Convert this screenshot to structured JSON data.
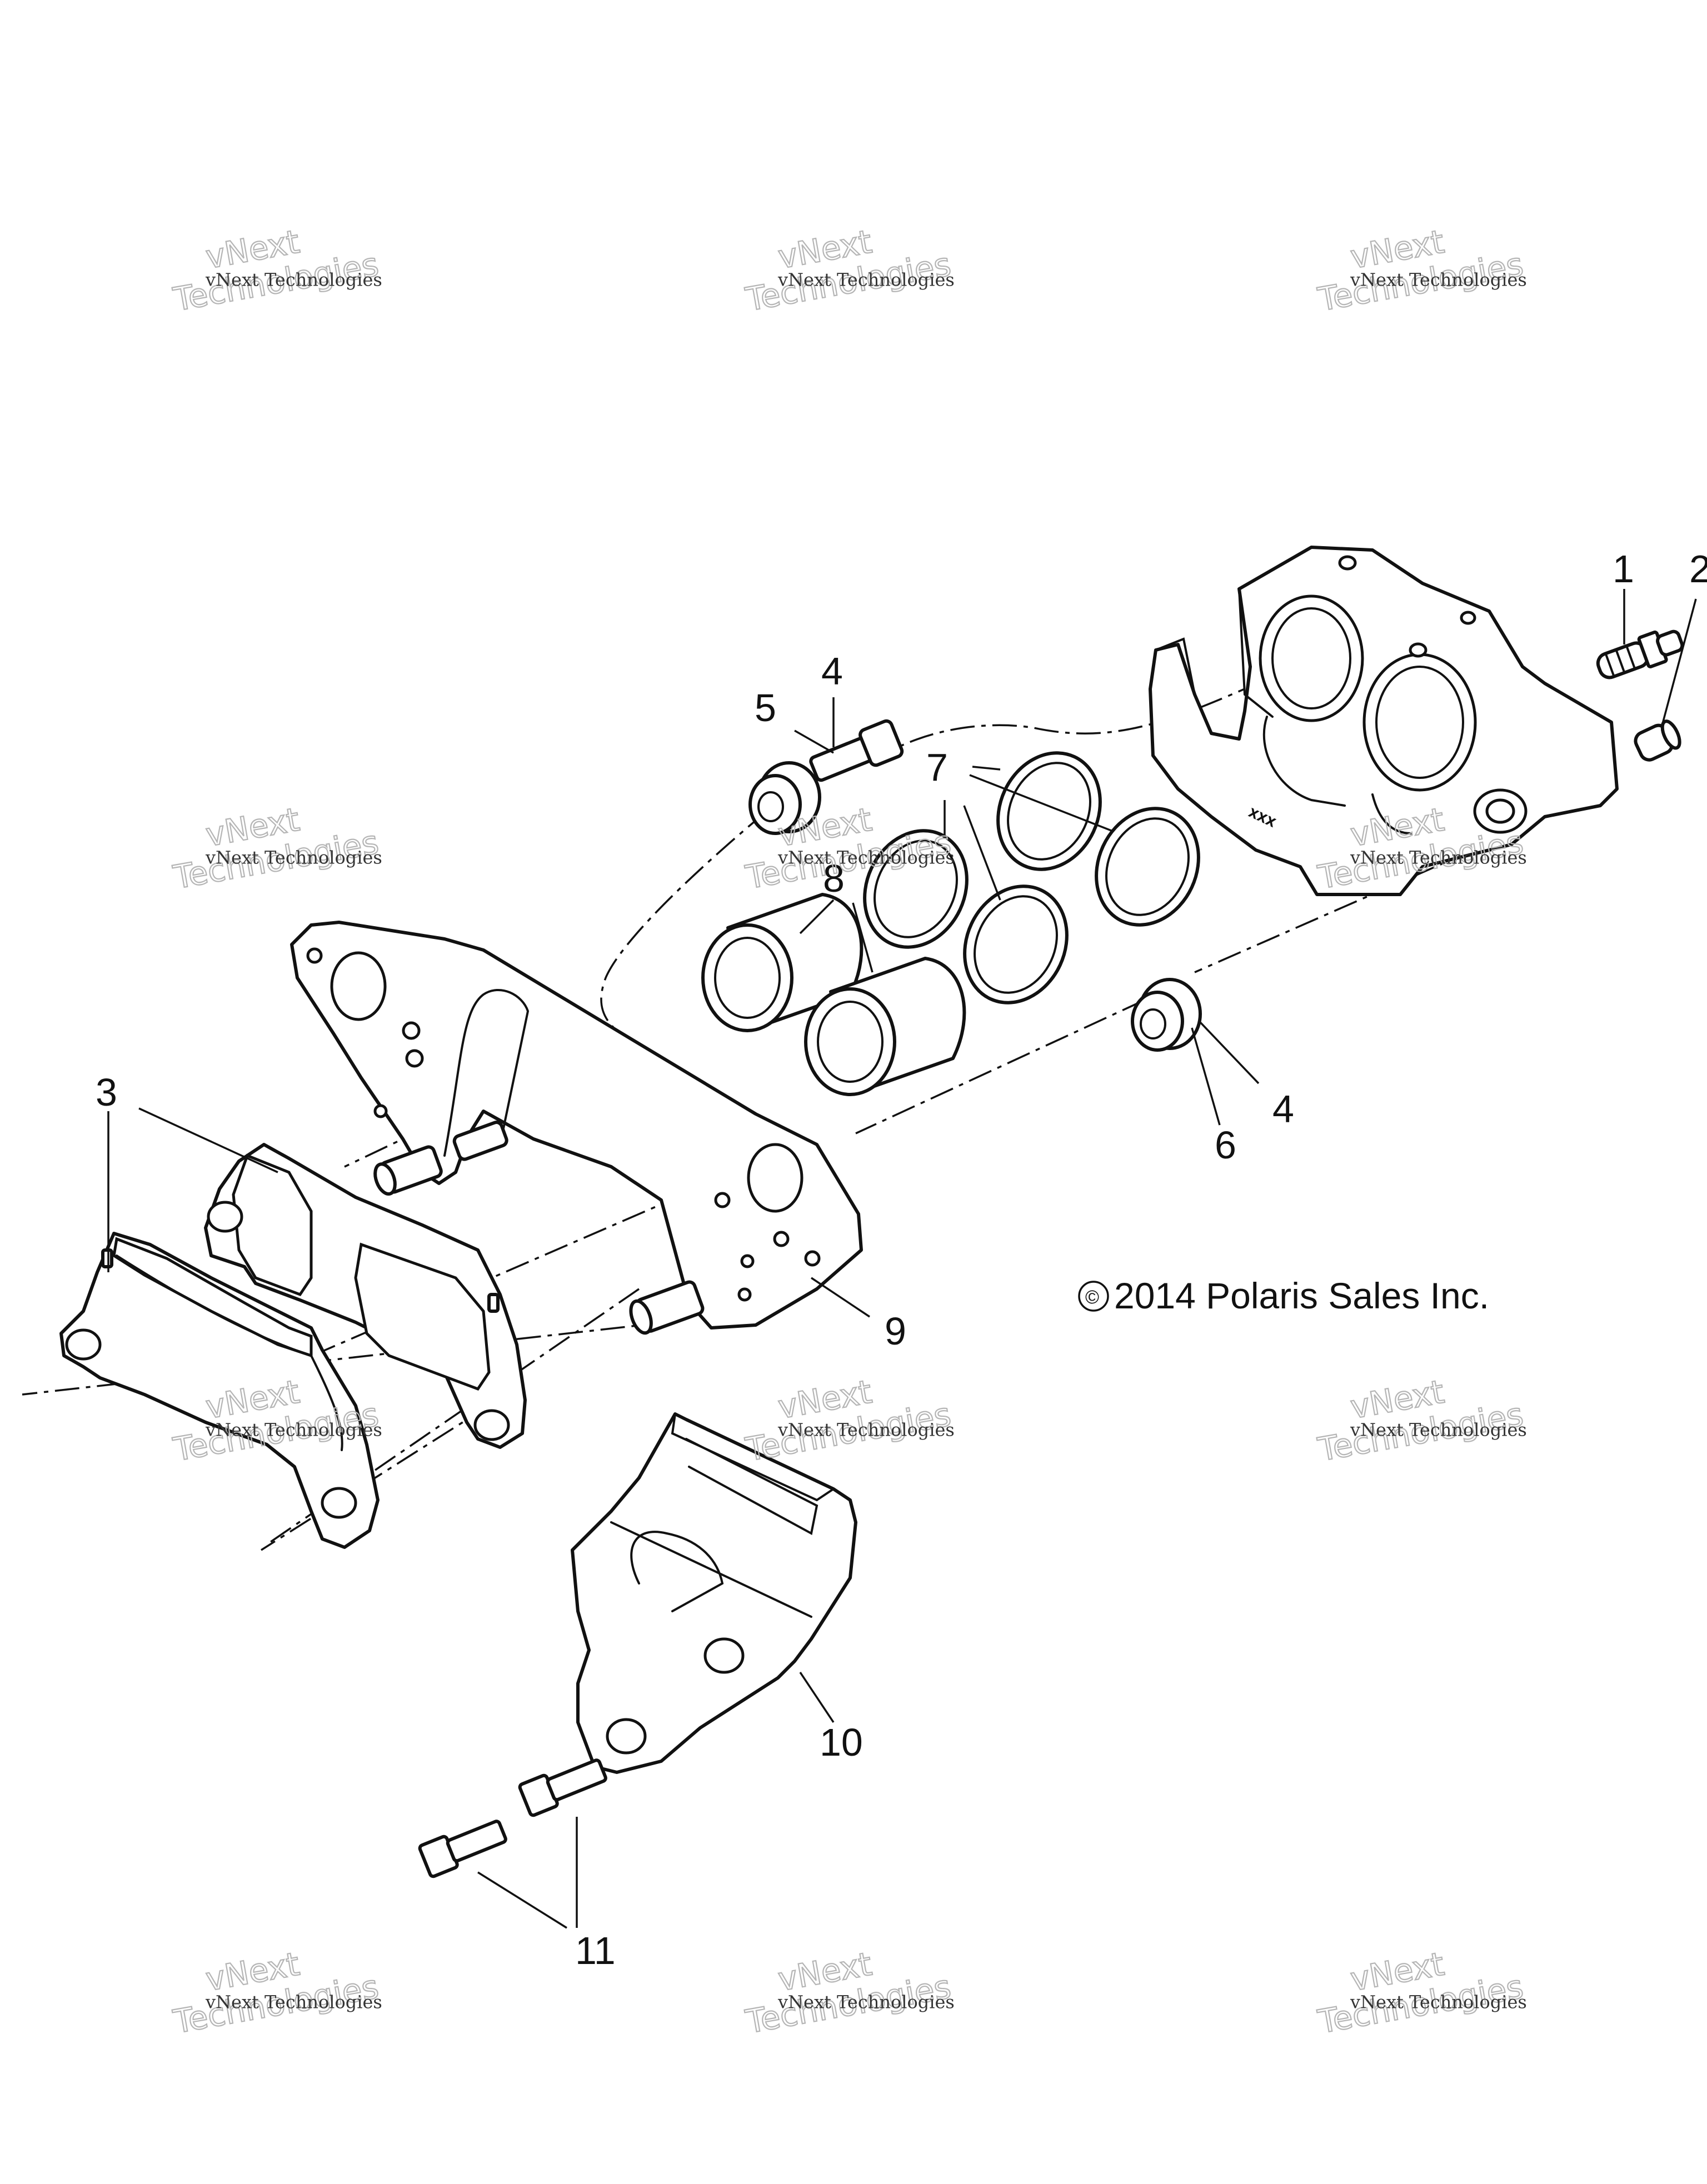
{
  "callouts": {
    "c1": "1",
    "c2": "2",
    "c3": "3",
    "c4a": "4",
    "c4b": "4",
    "c5": "5",
    "c6": "6",
    "c7": "7",
    "c8": "8",
    "c9": "9",
    "c10": "10",
    "c11": "11"
  },
  "copyright": "2014 Polaris Sales Inc.",
  "copyright_symbol": "©",
  "watermark": {
    "line1": "vNext Technologies",
    "line2": "vNext",
    "line3": "Technologies"
  },
  "caliper_marking": "XXX",
  "colors": {
    "line": "#111111",
    "background": "#ffffff",
    "watermark": "#b5b5b5"
  }
}
